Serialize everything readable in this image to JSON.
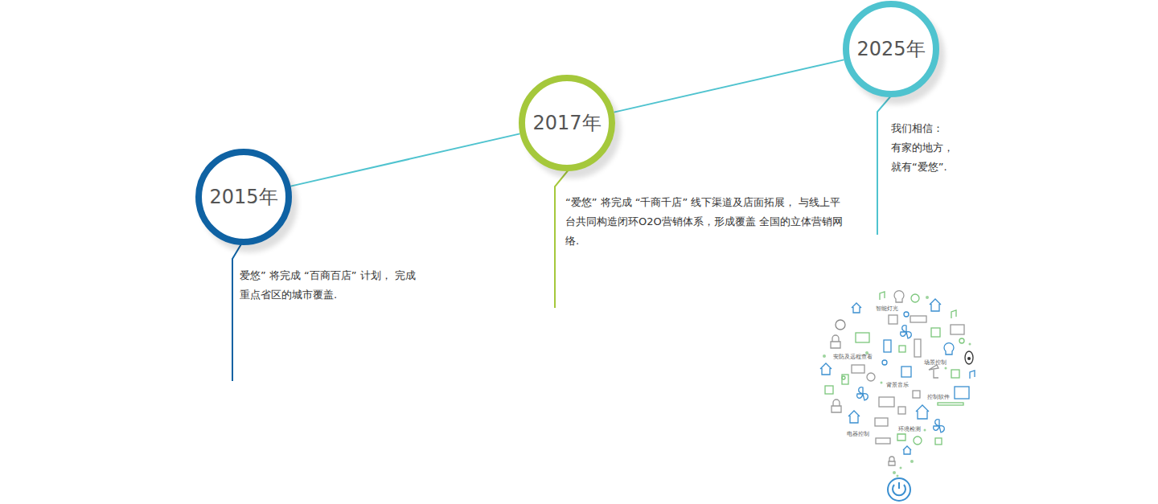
{
  "diagram": {
    "nodes": [
      {
        "text": [
          "2015年"
        ]
      },
      {
        "text": [
          "2017年"
        ]
      },
      {
        "text": [
          "2025年"
        ]
      }
    ],
    "edges": [
      {
        "from": 0,
        "to": 1,
        "arrow": "none"
      },
      {
        "from": 1,
        "to": 2,
        "arrow": "none"
      }
    ],
    "labels": [
      "爱悠” 将完成 “百商百店” 计划， 完成重点省区的城市覆盖.",
      "“爱悠” 将完成 “千商千店” 线下渠道及店面拓展， 与线上平台共同构造闭环O2O营销体系，形成覆盖 全国的立体营销网络.",
      "我们相信： 有家的地方， 就有“爱悠”.",
      "智能灯光",
      "安防及远程查看",
      "场景控制",
      "背景音乐",
      "控制软件",
      "电器控制",
      "环境检测"
    ]
  }
}
